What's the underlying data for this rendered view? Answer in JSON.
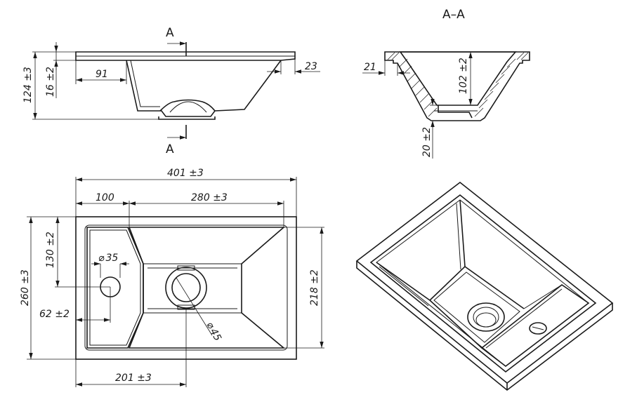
{
  "section": {
    "title": "A–A",
    "cut_top": "A",
    "cut_bottom": "A"
  },
  "dimensions": {
    "side_height": "124 ±3",
    "side_rim": "16 ±2",
    "side_91": "91",
    "side_23": "23",
    "sec_21": "21",
    "sec_102": "102 ±2",
    "sec_20": "20 ±2",
    "top_width": "401 ±3",
    "top_100": "100",
    "top_280": "280 ±3",
    "top_130": "130 ±2",
    "top_260": "260 ±3",
    "top_218": "218 ±2",
    "top_62": "62 ±2",
    "top_201": "201 ±3",
    "top_d35": "35",
    "top_d45": "45",
    "diameter_symbol": "⌀"
  }
}
